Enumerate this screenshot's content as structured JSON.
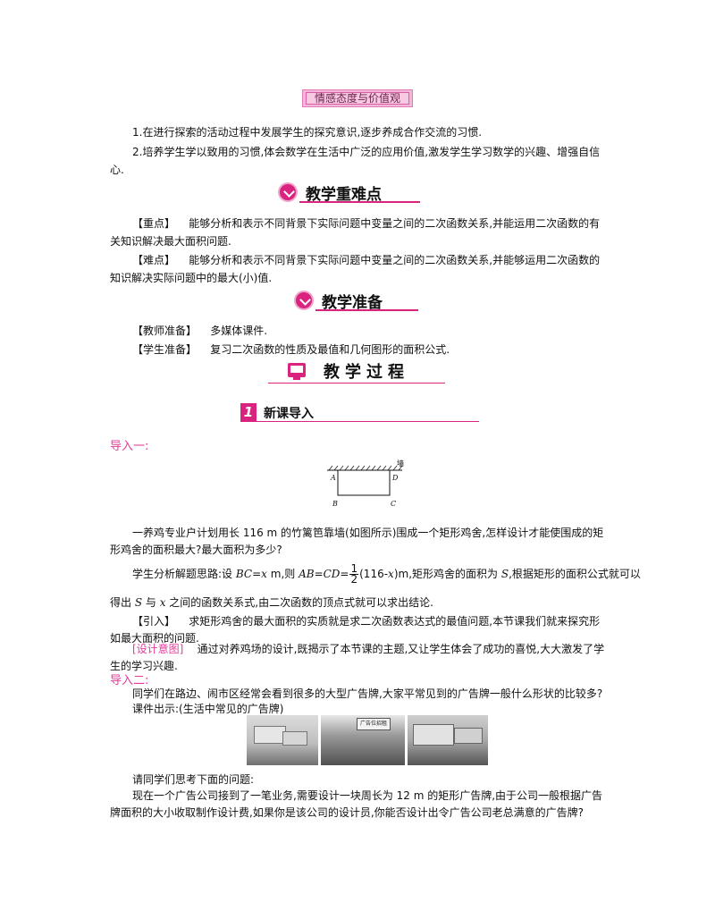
{
  "badge": {
    "label": "情感态度与价值观"
  },
  "attitude": {
    "p1": "1.在进行探索的活动过程中发展学生的探究意识,逐步养成合作交流的习惯.",
    "p2a": "2.培养学生学以致用的习惯,体会数学在生活中广泛的应用价值,激发学生学习数学的兴趣、增强自信",
    "p2b": "心."
  },
  "key_points": {
    "title": "教学重难点",
    "key_label": "【重点】",
    "key_text_a": "能够分析和表示不同背景下实际问题中变量之间的二次函数关系,并能运用二次函数的有",
    "key_text_b": "关知识解决最大面积问题.",
    "diff_label": "【难点】",
    "diff_text_a": "能够分析和表示不同背景下实际问题中变量之间的二次函数关系,并能够运用二次函数的",
    "diff_text_b": "知识解决实际问题中的最大(小)值."
  },
  "prep": {
    "title": "教学准备",
    "teacher_label": "【教师准备】",
    "teacher_text": "多媒体课件.",
    "student_label": "【学生准备】",
    "student_text": "复习二次函数的性质及最值和几何图形的面积公式."
  },
  "process": {
    "title": "教学过程",
    "step_num": "1",
    "step_title": "新课导入"
  },
  "intro1": {
    "label": "导入一:",
    "figure": {
      "wall": "墙",
      "A": "A",
      "D": "D",
      "B": "B",
      "C": "C"
    },
    "q_a": "一养鸡专业户计划用长 116 m 的竹篱笆靠墙(如图所示)围成一个矩形鸡舍,怎样设计才能使围成的矩",
    "q_b": "形鸡舍的面积最大?最大面积为多少?",
    "analysis_pre": "学生分析解题思路:设 ",
    "analysis_bc": "BC",
    "analysis_eq1": "=",
    "analysis_x": "x",
    "analysis_mid": " m,则 ",
    "analysis_abcd": "AB=CD",
    "analysis_eq2": "=",
    "frac_num": "1",
    "frac_den": "2",
    "analysis_paren": "(116-",
    "analysis_x2": "x",
    "analysis_post": ")m,矩形鸡舍的面积为 ",
    "analysis_s": "S",
    "analysis_tail": ",根据矩形的面积公式就可以",
    "line2_pre": "得出 ",
    "line2_s": "S",
    "line2_mid": " 与 ",
    "line2_x": "x",
    "line2_post": " 之间的函数关系式,由二次函数的顶点式就可以求出结论.",
    "lead_label": "【引入】",
    "lead_a": "求矩形鸡舍的最大面积的实质就是求二次函数表达式的最值问题,本节课我们就来探究形",
    "lead_b": "如最大面积的问题.",
    "design_label": "[设计意图]",
    "design_a": "通过对养鸡场的设计,既揭示了本节课的主题,又让学生体会了成功的喜悦,大大激发了学",
    "design_b": "生的学习兴趣."
  },
  "intro2": {
    "label": "导入二:",
    "p1": "同学们在路边、闹市区经常会看到很多的大型广告牌,大家平常见到的广告牌一般什么形状的比较多?",
    "p2": "课件出示:(生活中常见的广告牌)",
    "photo_sign_text": "广告位招租",
    "p3": "请同学们思考下面的问题:",
    "p4a": "现在一个广告公司接到了一笔业务,需要设计一块周长为 12 m 的矩形广告牌,由于公司一般根据广告",
    "p4b": "牌面积的大小收取制作设计费,如果你是该公司的设计员,你能否设计出令广告公司老总满意的广告牌?"
  },
  "colors": {
    "accent": "#d9237f",
    "label_pink": "#e6399b"
  }
}
